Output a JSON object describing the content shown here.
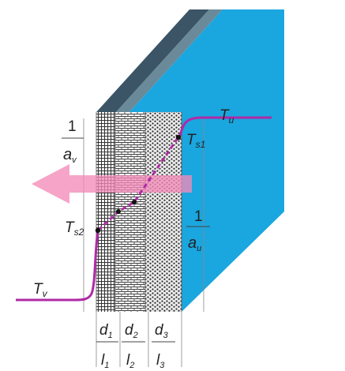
{
  "labels": {
    "t_outside": "T",
    "t_outside_sub": "u",
    "t_inside": "T",
    "t_inside_sub": "v",
    "ts1": "T",
    "ts1_sub": "s1",
    "ts2": "T",
    "ts2_sub": "s2",
    "inv_av_num": "1",
    "inv_av_den": "a",
    "inv_av_den_sub": "v",
    "inv_au_num": "1",
    "inv_au_den": "a",
    "inv_au_den_sub": "u",
    "layer1_num": "d",
    "layer1_num_sub": "1",
    "layer1_den": "l",
    "layer1_den_sub": "1",
    "layer2_num": "d",
    "layer2_num_sub": "2",
    "layer2_den": "l",
    "layer2_den_sub": "2",
    "layer3_num": "d",
    "layer3_num_sub": "3",
    "layer3_den": "l",
    "layer3_den_sub": "3"
  },
  "colors": {
    "wall_face": "#1aa6df",
    "wall_top_dark": "#3b5566",
    "wall_top_light": "#6a8a9a",
    "temperature_curve": "#b02aa5",
    "heat_arrow": "#f48ab8",
    "outline": "#555555"
  },
  "icons": {
    "heat_flow": "arrow-left"
  }
}
